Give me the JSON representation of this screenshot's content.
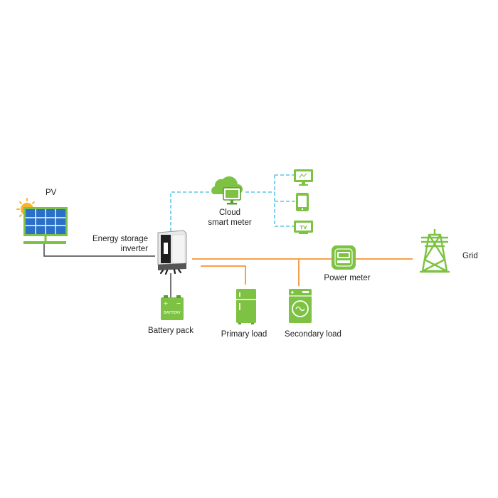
{
  "labels": {
    "pv": "PV",
    "inverter_line1": "Energy storage",
    "inverter_line2": "inverter",
    "cloud_line1": "Cloud",
    "cloud_line2": "smart meter",
    "battery": "Battery pack",
    "primary_load": "Primary load",
    "secondary_load": "Secondary load",
    "power_meter": "Power meter",
    "grid": "Grid"
  },
  "icon_text": {
    "battery_badge": "BATTERY",
    "battery_plus": "+",
    "battery_minus": "−",
    "tv_badge": "TV"
  },
  "colors": {
    "green": "#7dc242",
    "dark_green": "#5a9e2c",
    "orange": "#f6a04d",
    "dashed_blue": "#5bc6e6",
    "dark_line": "#444444",
    "sun": "#f7b52c",
    "panel_blue": "#2a6fc8"
  }
}
